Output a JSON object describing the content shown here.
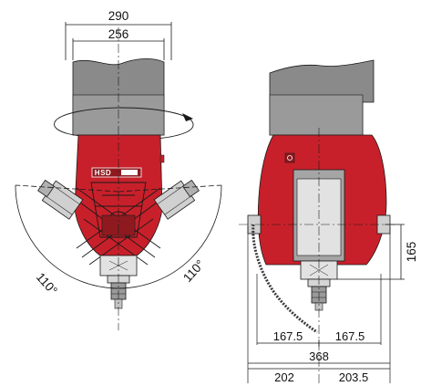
{
  "colors": {
    "housing_red": "#c8202a",
    "housing_red_dark": "#8e1a20",
    "body_gray": "#8a8a8a",
    "body_gray_light": "#a5a5a5",
    "spindle_light": "#e2e2e2",
    "line": "#1a1a1a",
    "background": "#ffffff"
  },
  "brand_label": "HSD",
  "front_view": {
    "dim_outer_width": "290",
    "dim_inner_width": "256",
    "angle_left": "110°",
    "angle_right": "110°",
    "rotation_arrow_icon": "rotation-arrow-icon"
  },
  "side_view": {
    "dim_height": "165",
    "dim_left_half": "167.5",
    "dim_right_half": "167.5",
    "dim_total": "368",
    "dim_bottom_left": "202",
    "dim_bottom_right": "203.5"
  }
}
